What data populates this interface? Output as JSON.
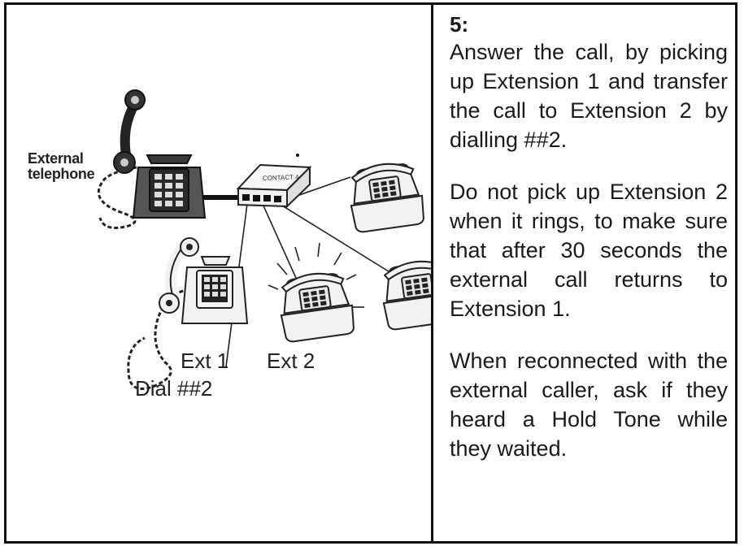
{
  "step": {
    "number": "5:",
    "paragraphs": [
      "Answer the call, by picking up Extension 1 and transfer the call to Extension 2 by dialling ##2.",
      "Do not pick up Extension 2 when it rings, to make sure that after 30 seconds the external call returns to Extension 1.",
      "When reconnected with the external caller, ask if they heard a Hold Tone while they waited."
    ]
  },
  "diagram": {
    "external_label_line1": "External",
    "external_label_line2": "telephone",
    "unit_label": "CONTACT 4",
    "ext1_label": "Ext 1",
    "ext1_sub_label": "Dial ##2",
    "ext2_label": "Ext 2"
  }
}
